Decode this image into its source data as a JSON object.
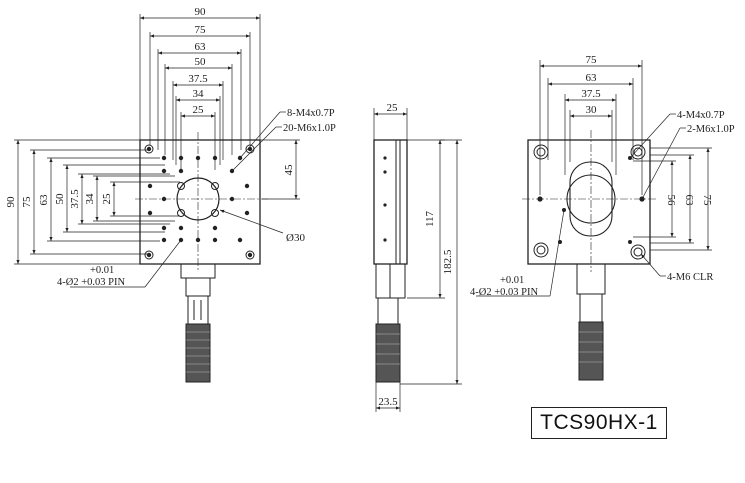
{
  "front_view": {
    "width_dims": [
      "90",
      "75",
      "63",
      "50",
      "37.5",
      "34",
      "25"
    ],
    "height_dims": [
      "90",
      "75",
      "63",
      "50",
      "37.5",
      "34",
      "25"
    ],
    "dim_45": "45",
    "dim_phi30": "Ø30",
    "callout_m4": "8-M4x0.7P",
    "callout_m6": "20-M6x1.0P",
    "pin_tol": "+0.01",
    "pin_label": "4-Ø2 +0.03 PIN"
  },
  "side_view": {
    "top_width": "25",
    "height_117": "117",
    "height_182_5": "182.5",
    "bottom_width": "23.5"
  },
  "back_view": {
    "width_dims": [
      "75",
      "63",
      "37.5",
      "30"
    ],
    "height_dims": [
      "56",
      "63",
      "75"
    ],
    "callout_m4": "4-M4x0.7P",
    "callout_m6": "2-M6x1.0P",
    "callout_clr": "4-M6 CLR",
    "pin_tol": "+0.01",
    "pin_label": "4-Ø2 +0.03 PIN"
  },
  "model": "TCS90HX-1"
}
